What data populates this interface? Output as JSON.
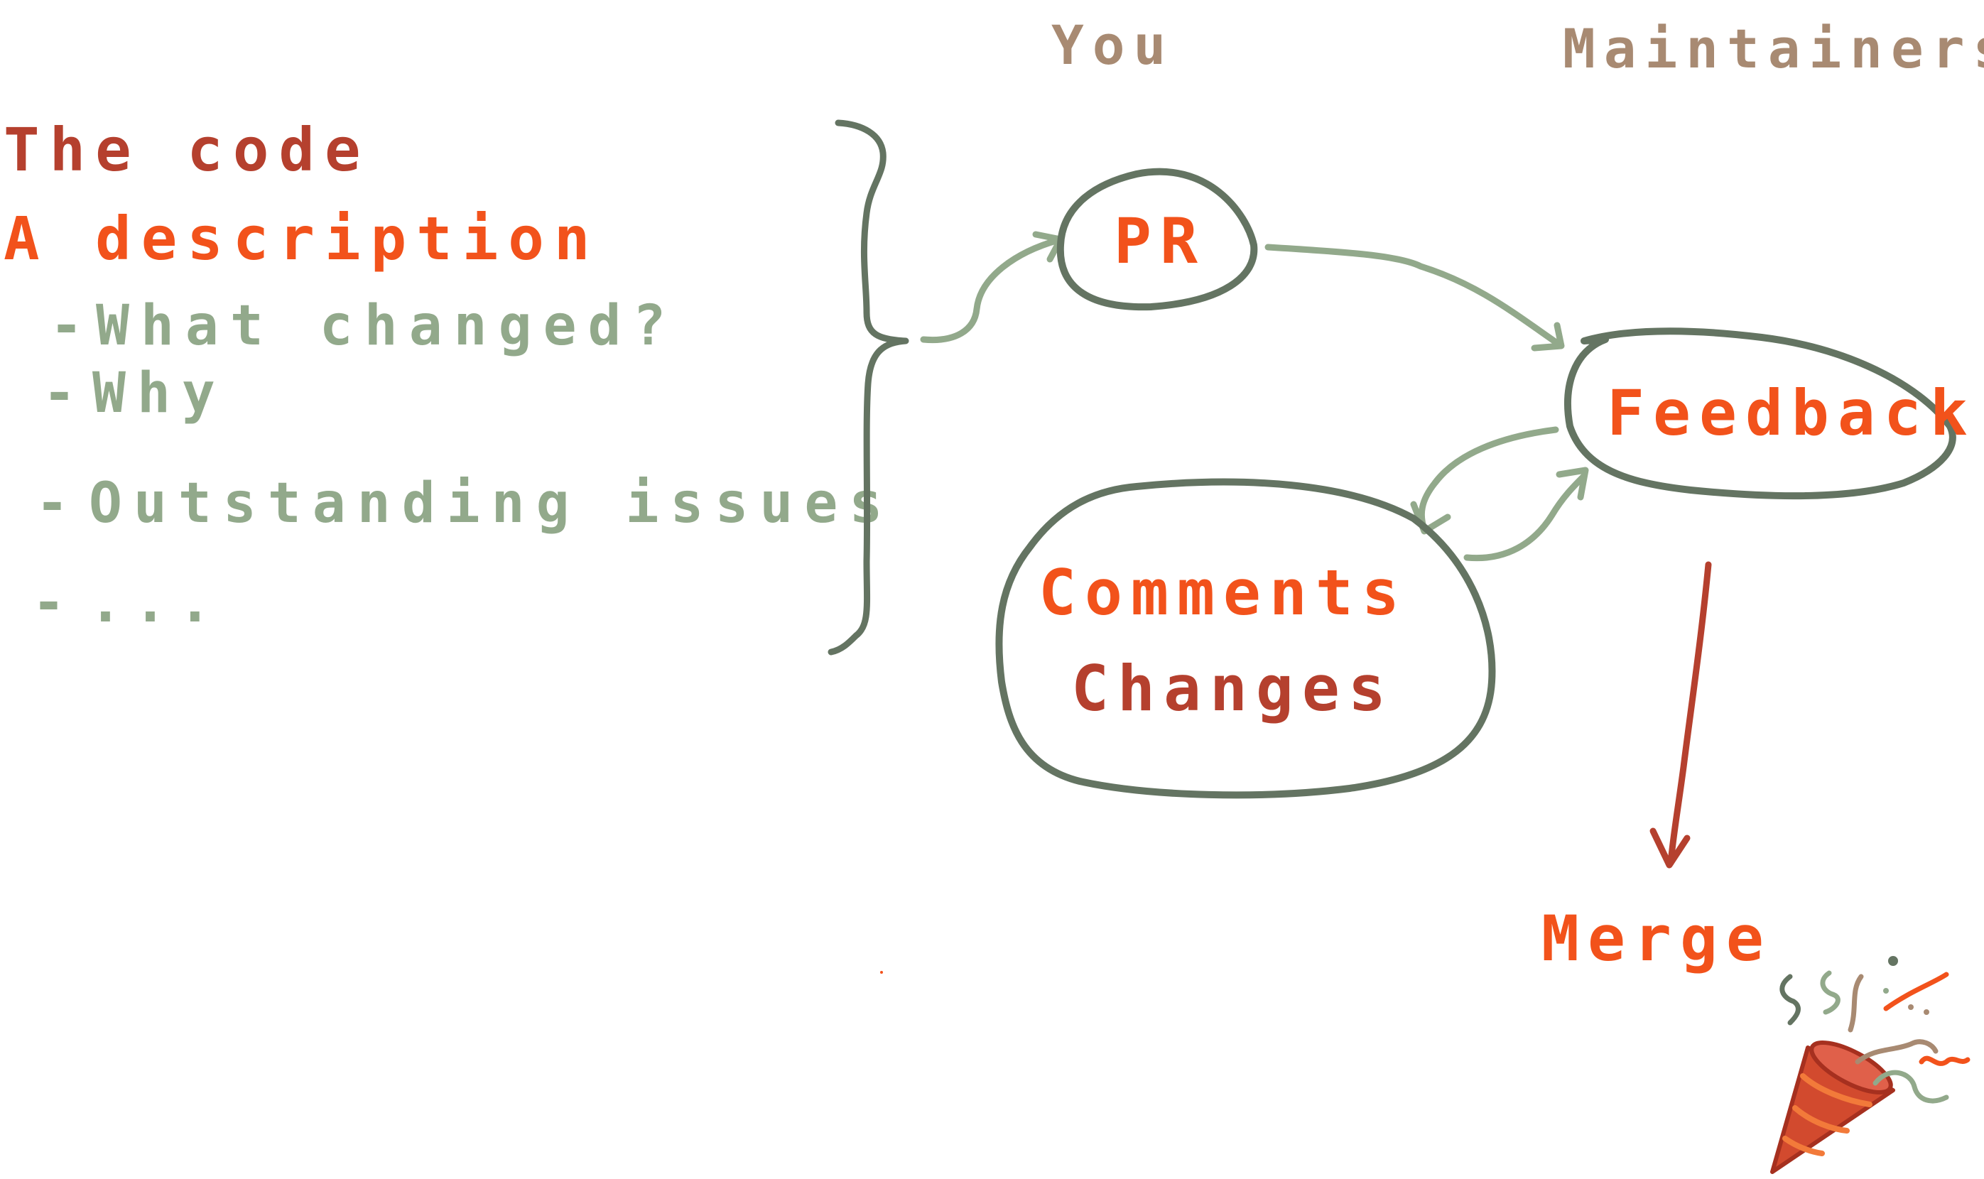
{
  "colors": {
    "dark_red": "#b5402e",
    "orange": "#f2521b",
    "sage": "#92a98b",
    "dark_green": "#647462",
    "tan": "#a88a72"
  },
  "header": {
    "you_label": "You",
    "maintainers_label": "Maintainers"
  },
  "left_list": {
    "code_label": "The code",
    "description_label": "A description",
    "items": [
      {
        "dash": "-",
        "text": "What changed?"
      },
      {
        "dash": "-",
        "text": "Why"
      },
      {
        "dash": "-",
        "text": "Outstanding issues"
      },
      {
        "dash": "-",
        "text": "..."
      }
    ]
  },
  "nodes": {
    "pr": "PR",
    "feedback": "Feedback",
    "comments": "Comments",
    "changes": "Changes",
    "merge": "Merge"
  },
  "icons": {
    "party": "party-popper-icon"
  }
}
